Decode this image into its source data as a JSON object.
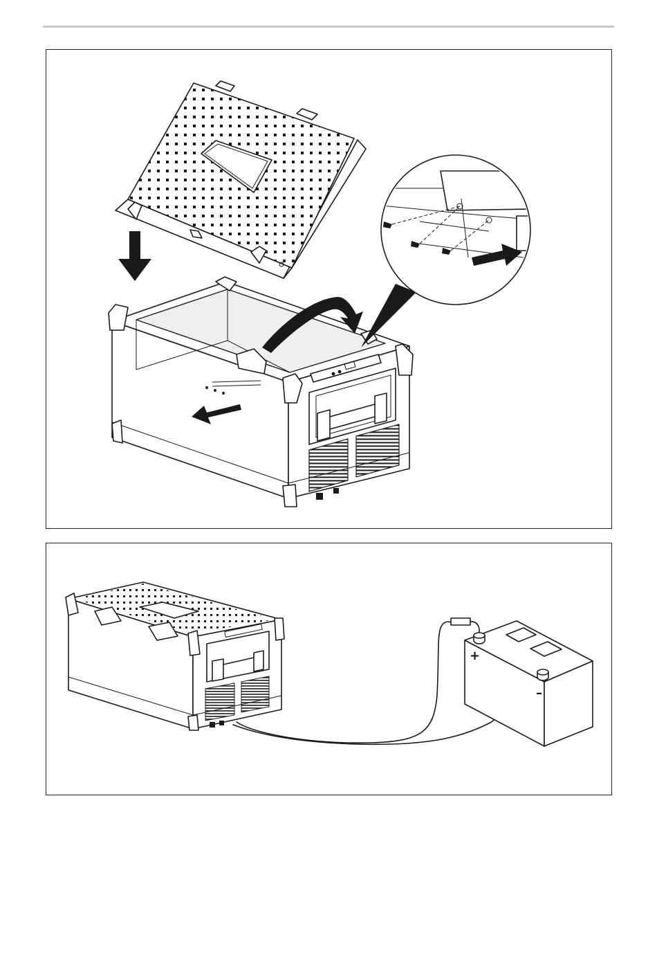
{
  "figures": [
    {
      "id": "lid-removal",
      "steps": [
        "lift-lid-off",
        "unscrew-hinge-screws",
        "slide-hinge-out"
      ],
      "detail_callout": {
        "screws": 3
      }
    },
    {
      "id": "battery-connection",
      "battery_terminals": {
        "positive": "+",
        "negative": "–"
      },
      "fuse_in_positive_line": true
    }
  ],
  "colors": {
    "line": "#1a1a1a",
    "frame": "#222222",
    "rule": "#c9c9c9",
    "background": "#ffffff"
  }
}
